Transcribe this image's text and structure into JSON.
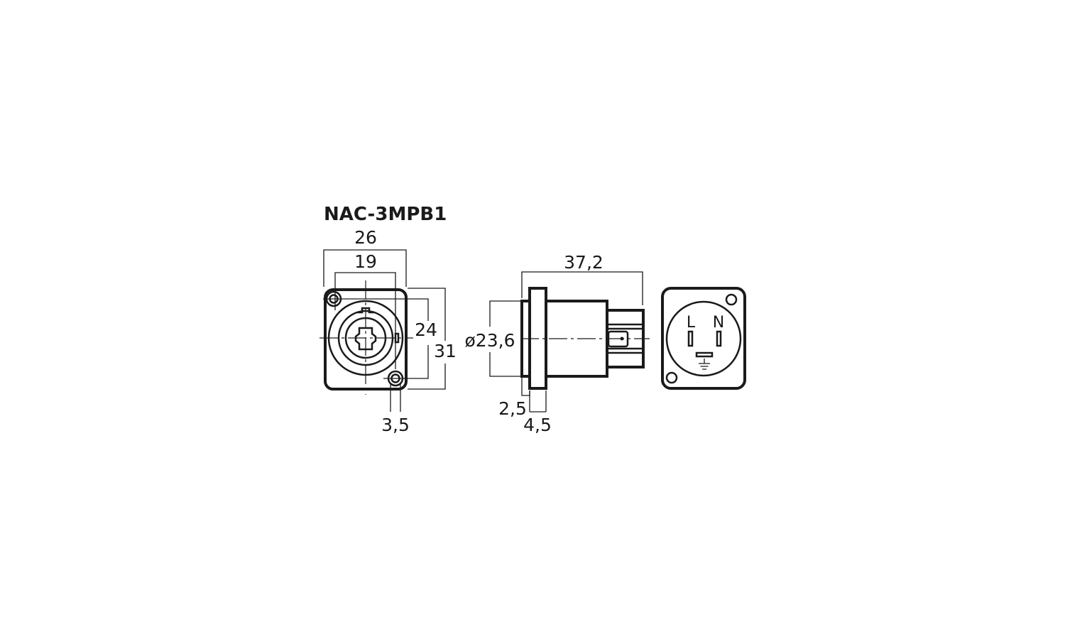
{
  "title": "NAC-3MPB1",
  "front_view": {
    "dim_width_outer": "26",
    "dim_width_holes": "19",
    "dim_height_holes": "24",
    "dim_height_outer": "31",
    "dim_hole": "3,5"
  },
  "side_view": {
    "dim_length": "37,2",
    "dim_diameter": "ø23,6",
    "dim_plate": "2,5",
    "dim_flange": "4,5"
  },
  "rear_view": {
    "label_live": "L",
    "label_neutral": "N"
  },
  "colors": {
    "line": "#1a1a1a",
    "background": "#ffffff"
  }
}
